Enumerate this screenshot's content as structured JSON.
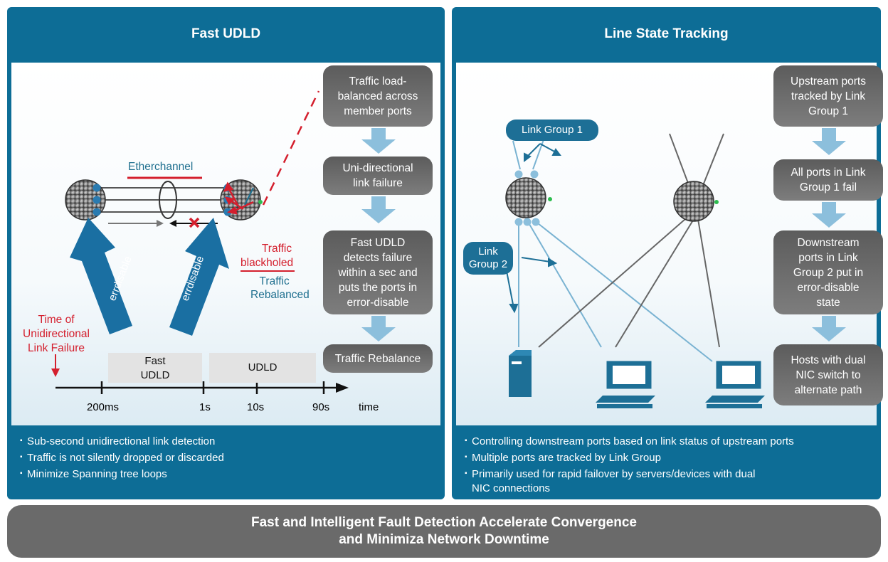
{
  "left_panel": {
    "title": "Fast UDLD",
    "flow_steps": [
      [
        "Traffic load-",
        "balanced across",
        "member ports"
      ],
      [
        "Uni-directional",
        "link failure"
      ],
      [
        "Fast UDLD",
        "detects failure",
        "within a sec and",
        "puts the ports in",
        "error-disable"
      ],
      [
        "Traffic Rebalance"
      ]
    ],
    "etherchannel_label": "Etherchannel",
    "errdisable_label": "errdisable",
    "traffic_blackholed": [
      "Traffic",
      "blackholed"
    ],
    "traffic_rebalanced": [
      "Traffic",
      "Rebalanced"
    ],
    "failure_time_label": [
      "Time of",
      "Unidirectional",
      "Link Failure"
    ],
    "timeline_boxes": [
      [
        "Fast",
        "UDLD"
      ],
      [
        "UDLD"
      ]
    ],
    "timeline_ticks": [
      "200ms",
      "1s",
      "10s",
      "90s",
      "time"
    ],
    "bullets": [
      "Sub-second unidirectional link detection",
      "Traffic is not silently dropped or discarded",
      "Minimize Spanning tree loops"
    ]
  },
  "right_panel": {
    "title": "Line State Tracking",
    "link_group_1": "Link Group 1",
    "link_group_2": [
      "Link",
      "Group 2"
    ],
    "flow_steps": [
      [
        "Upstream ports",
        "tracked by Link",
        "Group 1"
      ],
      [
        "All ports in Link",
        "Group 1 fail"
      ],
      [
        "Downstream",
        "ports in Link",
        "Group 2 put in",
        "error-disable",
        "state"
      ],
      [
        "Hosts with dual",
        "NIC switch to",
        "alternate path"
      ]
    ],
    "bullets": [
      "Controlling downstream ports based on link status of upstream ports",
      "Multiple ports are tracked by Link Group",
      "Primarily used for rapid failover by servers/devices with dual",
      "NIC connections"
    ]
  },
  "footer": [
    "Fast and Intelligent Fault Detection Accelerate Convergence",
    "and Minimiza Network Downtime"
  ],
  "colors": {
    "panel_blue": "#0d6d96",
    "flow_gray": "#6a6a6a",
    "arrow_light_blue": "#8cbfdc",
    "accent_red": "#d41f2d",
    "teal_text": "#1e6f8f"
  }
}
